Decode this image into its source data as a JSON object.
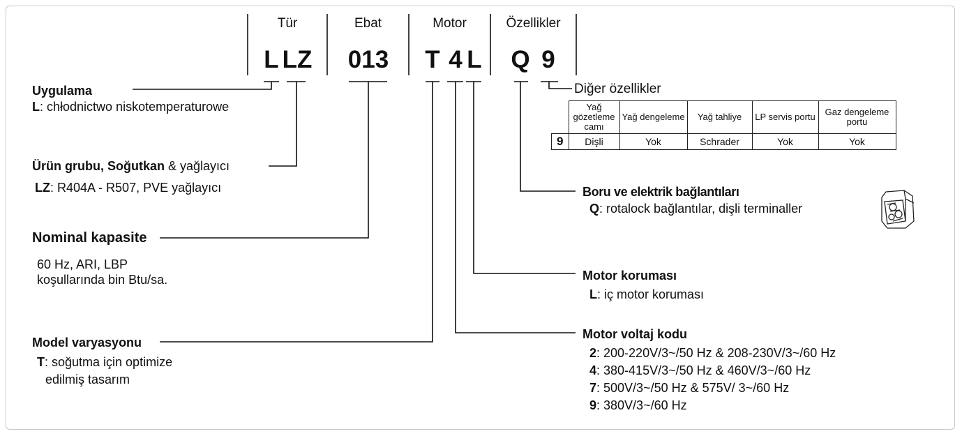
{
  "headers": {
    "tur": "Tür",
    "ebat": "Ebat",
    "motor": "Motor",
    "ozellikler": "Özellikler"
  },
  "code": {
    "l": "L",
    "lz": "LZ",
    "size": "013",
    "t": "T",
    "four": "4",
    "l2": "L",
    "q": "Q",
    "nine": "9"
  },
  "labels": {
    "uygulama": {
      "title": "Uygulama",
      "key": "L",
      "text": ": chłodnictwo niskotemperaturowe"
    },
    "urun": {
      "title": "Ürün grubu, Soğutkan",
      "suffix": " & yağlayıcı",
      "key": "LZ",
      "text": ": R404A - R507, PVE yağlayıcı"
    },
    "nominal": {
      "title": "Nominal kapasite",
      "line1": "60 Hz, ARI, LBP",
      "line2": "koşullarında bin Btu/sa."
    },
    "model": {
      "title": "Model varyasyonu",
      "key": "T",
      "line1": ": soğutma için optimize",
      "line2": "edilmiş tasarım"
    },
    "diger": {
      "title": "Diğer özellikler"
    },
    "boru": {
      "title": "Boru ve elektrik bağlantıları",
      "key": "Q",
      "text": ": rotalock bağlantılar, dişli terminaller"
    },
    "koruma": {
      "title": "Motor koruması",
      "key": "L",
      "text": ": iç motor koruması"
    },
    "voltaj": {
      "title": "Motor voltaj kodu",
      "items": [
        {
          "key": "2",
          "text": ": 200-220V/3~/50 Hz & 208-230V/3~/60 Hz"
        },
        {
          "key": "4",
          "text": ": 380-415V/3~/50 Hz & 460V/3~/60 Hz"
        },
        {
          "key": "7",
          "text": ": 500V/3~/50 Hz & 575V/ 3~/60 Hz"
        },
        {
          "key": "9",
          "text": ": 380V/3~/60 Hz"
        }
      ]
    }
  },
  "table": {
    "headers": [
      "Yağ gözetleme camı",
      "Yağ dengeleme",
      "Yağ tahliye",
      "LP servis portu",
      "Gaz dengeleme portu"
    ],
    "row_key": "9",
    "row": [
      "Dişli",
      "Yok",
      "Schrader",
      "Yok",
      "Yok"
    ]
  },
  "icons": {
    "terminal": "terminal-box-icon"
  }
}
